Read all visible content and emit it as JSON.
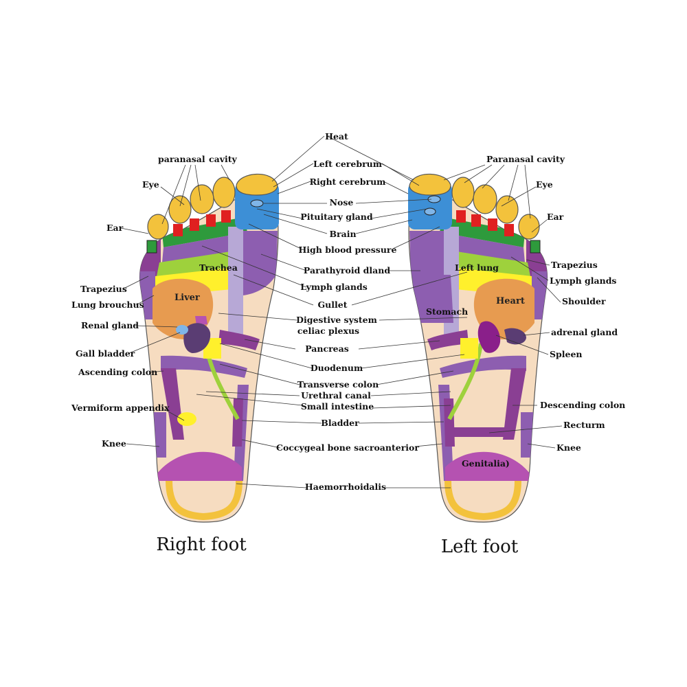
{
  "captions": {
    "right_foot": "Right foot",
    "left_foot": "Left foot"
  },
  "center_labels": {
    "heat": "Heat",
    "left_cerebrum": "Left cerebrum",
    "right_cerebrum": "Right cerebrum",
    "nose": "Nose",
    "pituitary_gland": "Pituitary gland",
    "brain": "Brain",
    "high_blood_pressure": "High blood pressure",
    "parathyroid_gland": "Parathyroid dland",
    "lymph_glands": "Lymph glands",
    "gullet": "Gullet",
    "digestive_system": "Digestive system",
    "celiac_plexus": "celiac plexus",
    "pancreas": "Pancreas",
    "duodenum": "Duodenum",
    "transverse_colon": "Transverse colon",
    "urethral_canal": "Urethral canal",
    "small_intestine": "Small intestine",
    "bladder": "Bladder",
    "coccygeal_bone": "Coccygeal bone sacroanterior",
    "haemorrhoidalis": "Haemorrhoidalis"
  },
  "right_labels": {
    "paranasal": "paranasal",
    "cavity": "cavity",
    "eye": "Eye",
    "ear": "Ear",
    "trapezius": "Trapezius",
    "lung_brouchus": "Lung brouchus",
    "renal_gland": "Renal gland",
    "gall_bladder": "Gall bladder",
    "ascending_colon": "Ascending colon",
    "vermiform_appendix": "Vermiform appendix",
    "knee": "Knee",
    "trachea": "Trachea",
    "liver": "Liver"
  },
  "left_labels": {
    "paranasal_cavity": "Paranasal cavity",
    "eye": "Eye",
    "ear": "Ear",
    "trapezius": "Trapezius",
    "lymph_glands": "Lymph glands",
    "shoulder": "Shoulder",
    "adrenal_gland": "adrenal gland",
    "spleen": "Spleen",
    "descending_colon": "Descending colon",
    "rectum": "Recturm",
    "knee": "Knee",
    "left_lung": "Left lung",
    "stomach": "Stomach",
    "heart": "Heart",
    "genitalia": "Genitalia)"
  },
  "colors": {
    "skin": "#f6dcc0",
    "toe_yellow": "#f3c23c",
    "big_toe_blue": "#3d8fd6",
    "red": "#e02020",
    "green": "#2e9a3c",
    "lime": "#9ed13c",
    "bright_yellow": "#fff02c",
    "purple": "#8d5eb0",
    "violet": "#8a3f93",
    "orange": "#e79b50",
    "magenta": "#b552b1",
    "dark_purple": "#5a3d73"
  }
}
